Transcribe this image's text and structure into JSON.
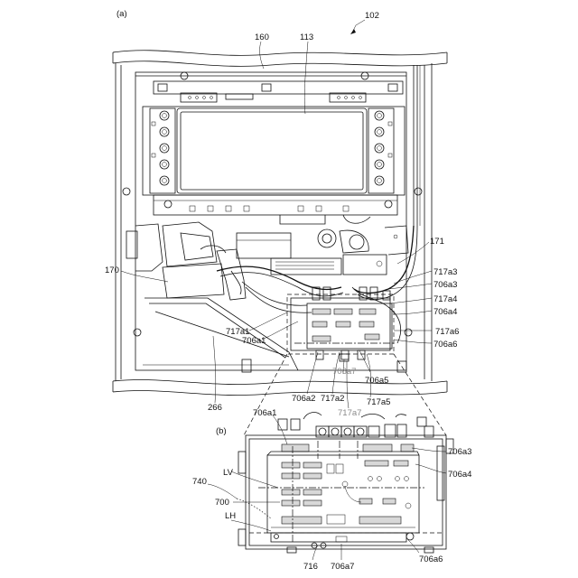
{
  "figure": {
    "panel_a": "(a)",
    "panel_b": "(b)"
  },
  "labels_a": {
    "l102": "102",
    "l160": "160",
    "l113": "113",
    "l171": "171",
    "l170": "170",
    "l717a3": "717a3",
    "l706a3": "706a3",
    "l717a4": "717a4",
    "l706a4": "706a4",
    "l717a6": "717a6",
    "l706a6": "706a6",
    "l717a1": "717a1",
    "l706a1": "706a1",
    "l706a7": "706a7",
    "l706a5": "706a5",
    "l266": "266",
    "l706a2": "706a2",
    "l717a2": "717a2",
    "l717a5": "717a5",
    "l717a7": "717a7"
  },
  "labels_b": {
    "l706a1": "706a1",
    "l706a3": "706a3",
    "l706a4": "706a4",
    "l740": "740",
    "lLV": "LV",
    "l700": "700",
    "lLH": "LH",
    "l716": "716",
    "l706a7": "706a7",
    "l706a6": "706a6"
  }
}
